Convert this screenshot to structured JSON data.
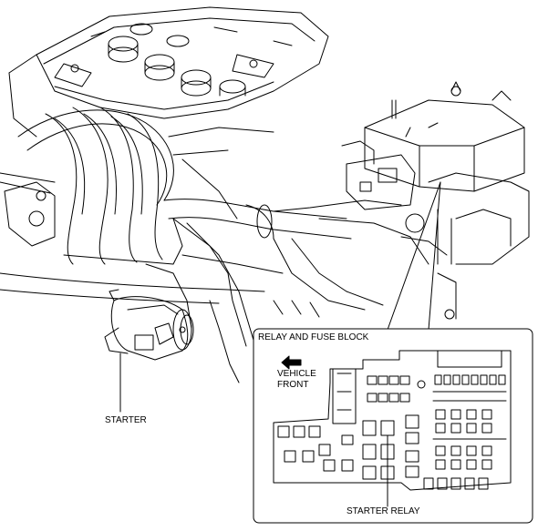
{
  "labels": {
    "relay_block_title": "RELAY AND FUSE BLOCK",
    "direction_line1": "VEHICLE",
    "direction_line2": "FRONT",
    "starter": "STARTER",
    "starter_relay": "STARTER RELAY"
  },
  "icons": {
    "direction_arrow": "arrow-left-icon"
  },
  "colors": {
    "line": "#000000",
    "background": "#ffffff"
  }
}
